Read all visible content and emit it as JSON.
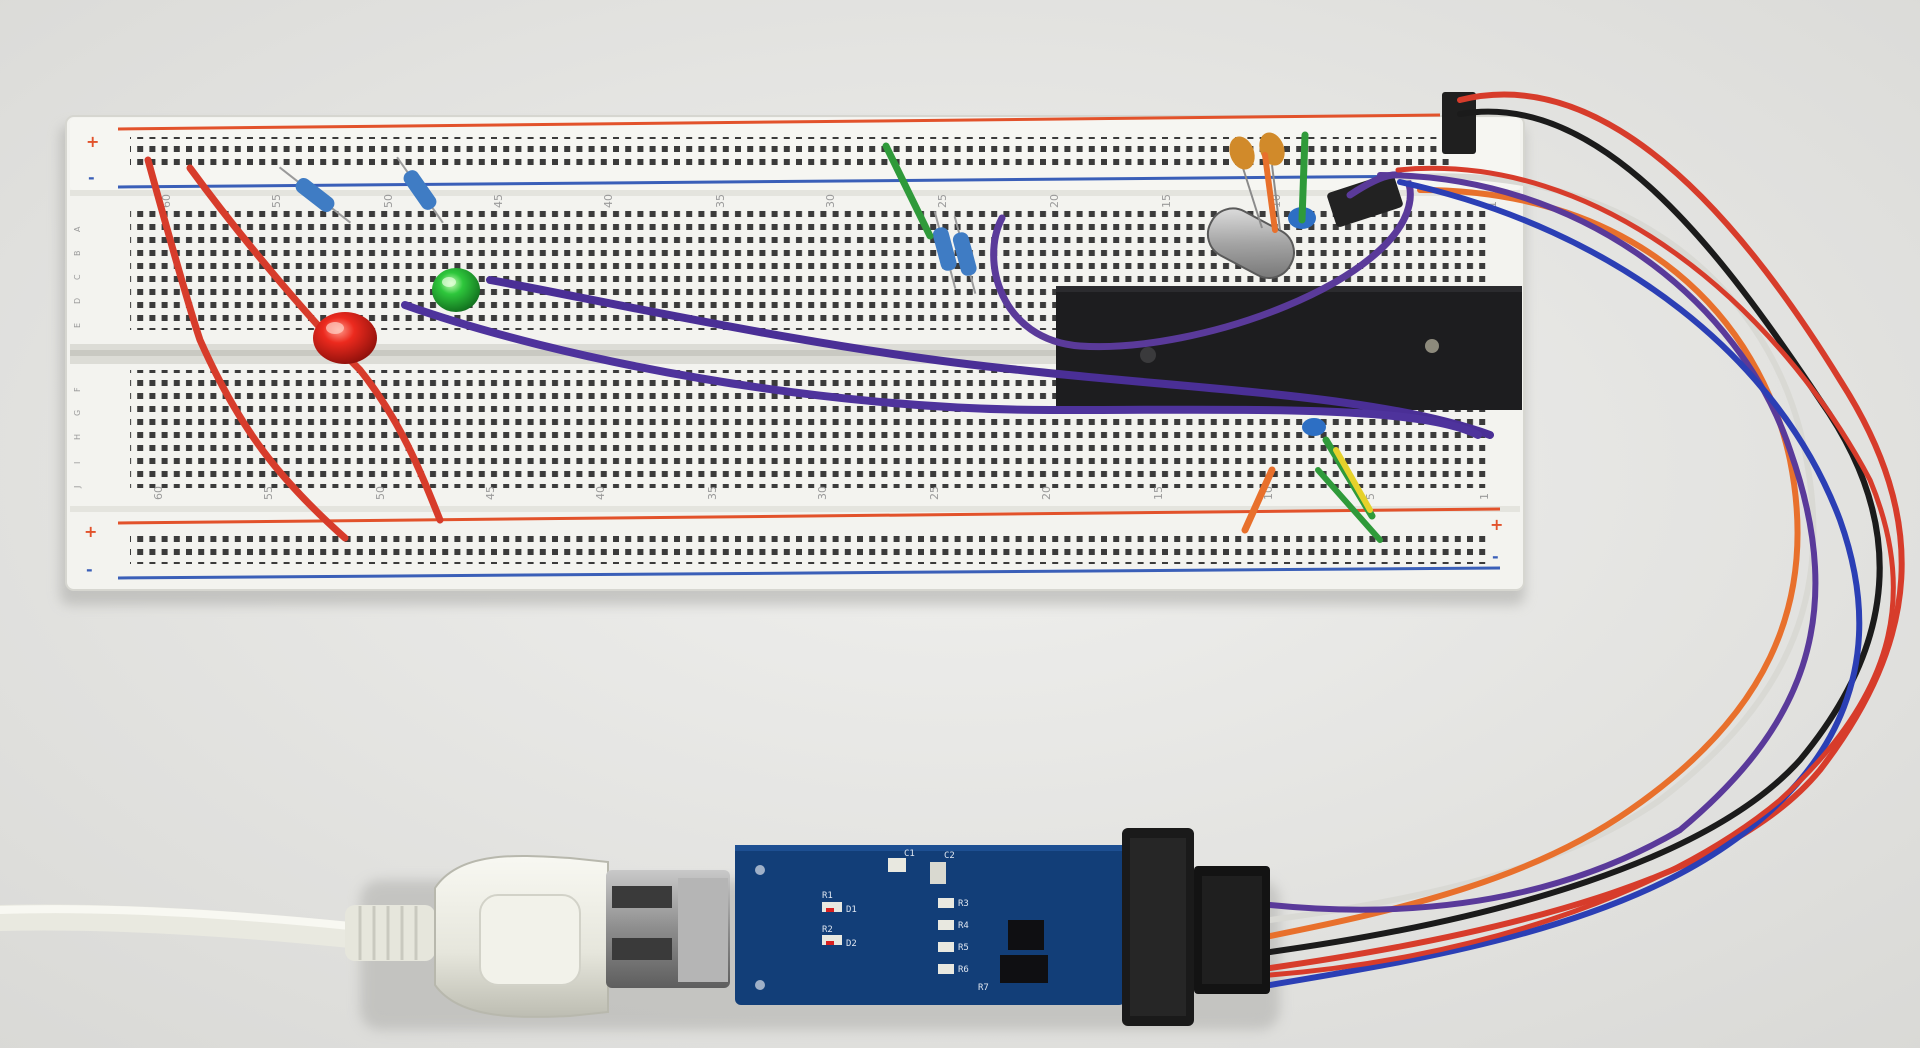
{
  "breadboard": {
    "rail_plus": "+",
    "rail_minus": "-",
    "column_numbers": [
      "60",
      "55",
      "50",
      "45",
      "40",
      "35",
      "30",
      "25",
      "20",
      "15",
      "10",
      "5",
      "1"
    ],
    "row_letters_top": [
      "A",
      "B",
      "C",
      "D",
      "E"
    ],
    "row_letters_bottom": [
      "F",
      "G",
      "H",
      "I",
      "J"
    ]
  },
  "programmer": {
    "silkscreen": [
      "R1",
      "R2",
      "R3",
      "R4",
      "R5",
      "R6",
      "R7",
      "C1",
      "C2",
      "D1",
      "D2"
    ]
  },
  "colors": {
    "breadboard": "#f3f3ef",
    "rail_red": "#e2522b",
    "rail_blue": "#3a5fb8",
    "pcb": "#123e78",
    "chip": "#1d1d1f",
    "usb_plug": "#efefe6",
    "wire_purple": "#5a3a9a",
    "wire_red": "#d73c2b",
    "wire_black": "#1b1b1b",
    "wire_white": "#d9d9d4",
    "wire_orange": "#e8702c",
    "wire_blue": "#2b3fb5",
    "wire_green": "#2f9a3a",
    "wire_yellow": "#e6d12b",
    "led_red": "#e8241c",
    "led_green": "#2fc43f"
  }
}
